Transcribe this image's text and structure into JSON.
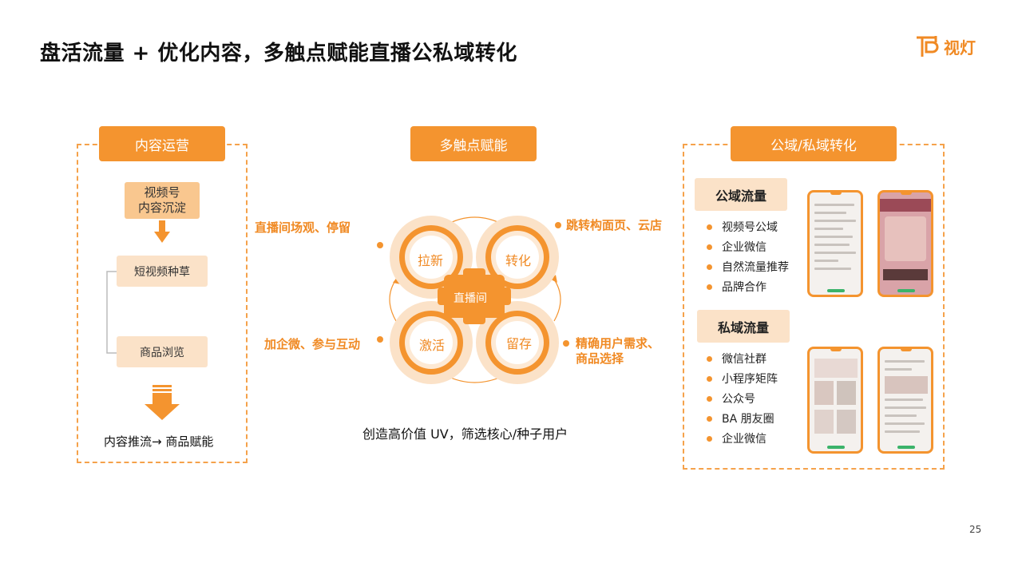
{
  "title": "盘活流量 + 优化内容，多触点赋能直播公私域转化",
  "logo": {
    "text": "视灯"
  },
  "page_number": "25",
  "left": {
    "header": "内容运营",
    "top_box": [
      "视频号",
      "内容沉淀"
    ],
    "items": [
      "短视频种草",
      "商品浏览"
    ],
    "footer": "内容推流→ 商品赋能"
  },
  "center": {
    "header": "多触点赋能",
    "hub": "直播间",
    "nodes": {
      "top_left": "拉新",
      "top_right": "转化",
      "bottom_left": "激活",
      "bottom_right": "留存"
    },
    "notes": {
      "top_left": "直播间场观、停留",
      "top_right": "跳转构面页、云店",
      "bottom_left": "加企微、参与互动",
      "bottom_right": [
        "精确用户需求、",
        "商品选择"
      ]
    },
    "footer": "创造高价值 UV，筛选核心/种子用户"
  },
  "right": {
    "header": "公域/私域转化",
    "public": {
      "title": "公域流量",
      "items": [
        "视频号公域",
        "企业微信",
        "自然流量推荐",
        "品牌合作"
      ]
    },
    "private": {
      "title": "私域流量",
      "items": [
        "微信社群",
        "小程序矩阵",
        "公众号",
        "BA 朋友圈",
        "企业微信"
      ]
    }
  },
  "colors": {
    "accent": "#f4942f",
    "light": "#fbe2c8",
    "mid": "#f9c78f",
    "text_accent": "#f08a24"
  }
}
